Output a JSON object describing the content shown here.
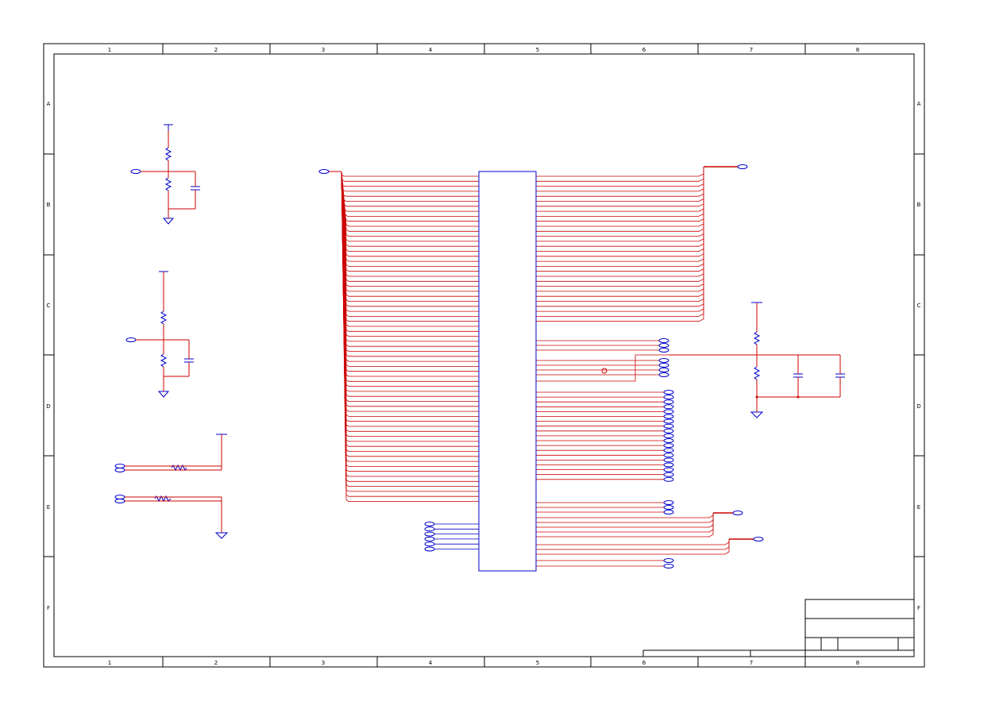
{
  "sheet": {
    "column_labels": [
      "1",
      "2",
      "3",
      "4",
      "5",
      "6",
      "7",
      "8"
    ],
    "row_labels": [
      "A",
      "B",
      "C",
      "D",
      "E",
      "F"
    ]
  },
  "colors": {
    "border": "#000000",
    "wire": "#cc0000",
    "component": "#0000cc"
  },
  "components": {
    "main_ic": "ic-component",
    "title_block": "title-block"
  }
}
